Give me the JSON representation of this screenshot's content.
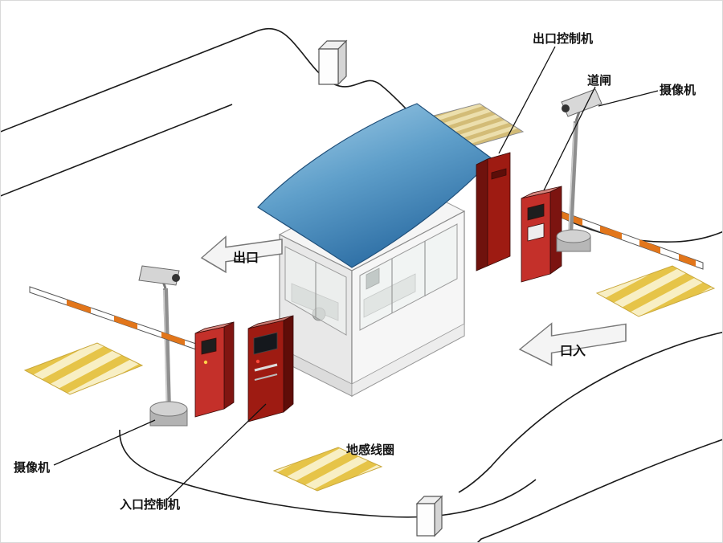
{
  "labels": {
    "exit_controller": "出口控制机",
    "barrier": "道闸",
    "camera_right": "摄像机",
    "camera_left": "摄像机",
    "entry_controller": "入口控制机",
    "ground_coil": "地感线圈",
    "exit_arrow": "出口",
    "entry_arrow": "口入"
  },
  "colors": {
    "machine_red": "#c4302a",
    "machine_dark_red": "#9e1b12",
    "arm_orange": "#e2761b",
    "coil_fill": "#f8efc4",
    "coil_stripe": "#e6c448",
    "roof_light": "#a9d2ea",
    "roof_mid": "#5f9fca",
    "roof_dark": "#2a6ba2",
    "pole_gray": "#8f8f8f",
    "line_black": "#1a1a1a"
  }
}
